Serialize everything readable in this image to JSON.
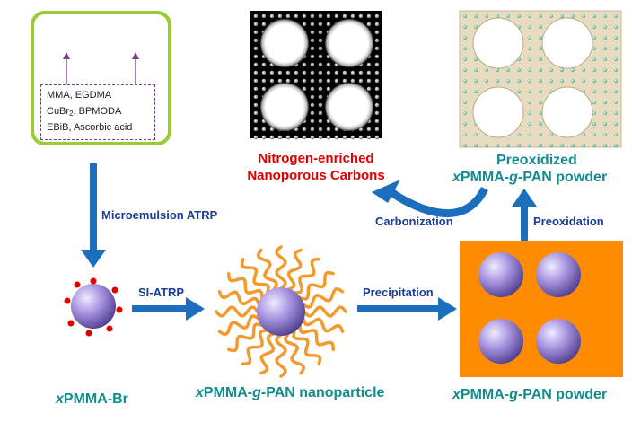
{
  "reagents": {
    "line1": "MMA, EGDMA",
    "line2_prefix": "CuBr",
    "line2_sub": "2",
    "line2_suffix": ", BPMODA",
    "line3": "EBiB, Ascorbic acid"
  },
  "steps": {
    "microemulsion": "Microemulsion ATRP",
    "si_atrp": "SI-ATRP",
    "precipitation": "Precipitation",
    "preoxidation": "Preoxidation",
    "carbonization": "Carbonization"
  },
  "products": {
    "pmma_br": {
      "x": "x",
      "rest": "PMMA-Br"
    },
    "nanoparticle": {
      "x": "x",
      "a": "PMMA-",
      "g": "g",
      "b": "-PAN nanoparticle"
    },
    "powder": {
      "x": "x",
      "a": "PMMA-",
      "g": "g",
      "b": "-PAN powder"
    },
    "preox_line1": "Preoxidized",
    "preox_line2": {
      "x": "x",
      "a": "PMMA-",
      "g": "g",
      "b": "-PAN powder"
    },
    "carbon_line1": "Nitrogen-enriched",
    "carbon_line2": "Nanoporous Carbons"
  },
  "colors": {
    "teal_text": "#128c8c",
    "step_text": "#1a3c96",
    "carbon_text": "#e00000",
    "arrow": "#1c6fbf",
    "micelle_border": "#99cc33",
    "powder_block": "#ff8c00",
    "preox_block": "#e8dcc0",
    "carbon_block": "#000000",
    "chain": "#f29a2e",
    "sphere": "#9a88d6"
  }
}
